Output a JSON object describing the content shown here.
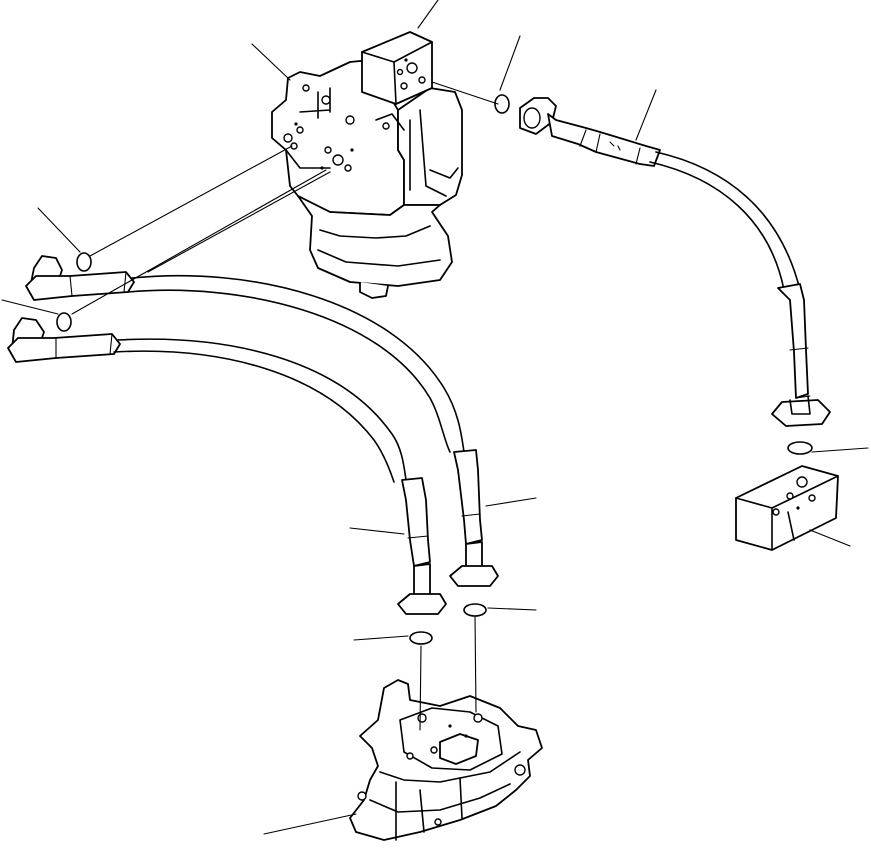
{
  "figure": {
    "kind": "exploded parts drawing",
    "line_color": "#000000",
    "background": "#ffffff",
    "callout_labels": []
  },
  "parts": [
    {
      "id": "pump-assembly"
    },
    {
      "id": "pump-head-block"
    },
    {
      "id": "hose-right"
    },
    {
      "id": "hose-left-upper"
    },
    {
      "id": "hose-left-lower"
    },
    {
      "id": "o-ring-pump-head"
    },
    {
      "id": "o-ring-left-upper"
    },
    {
      "id": "o-ring-left-lower"
    },
    {
      "id": "o-ring-right-block"
    },
    {
      "id": "o-ring-valve-left"
    },
    {
      "id": "o-ring-valve-right"
    },
    {
      "id": "connector-block-right"
    },
    {
      "id": "control-valve"
    }
  ]
}
